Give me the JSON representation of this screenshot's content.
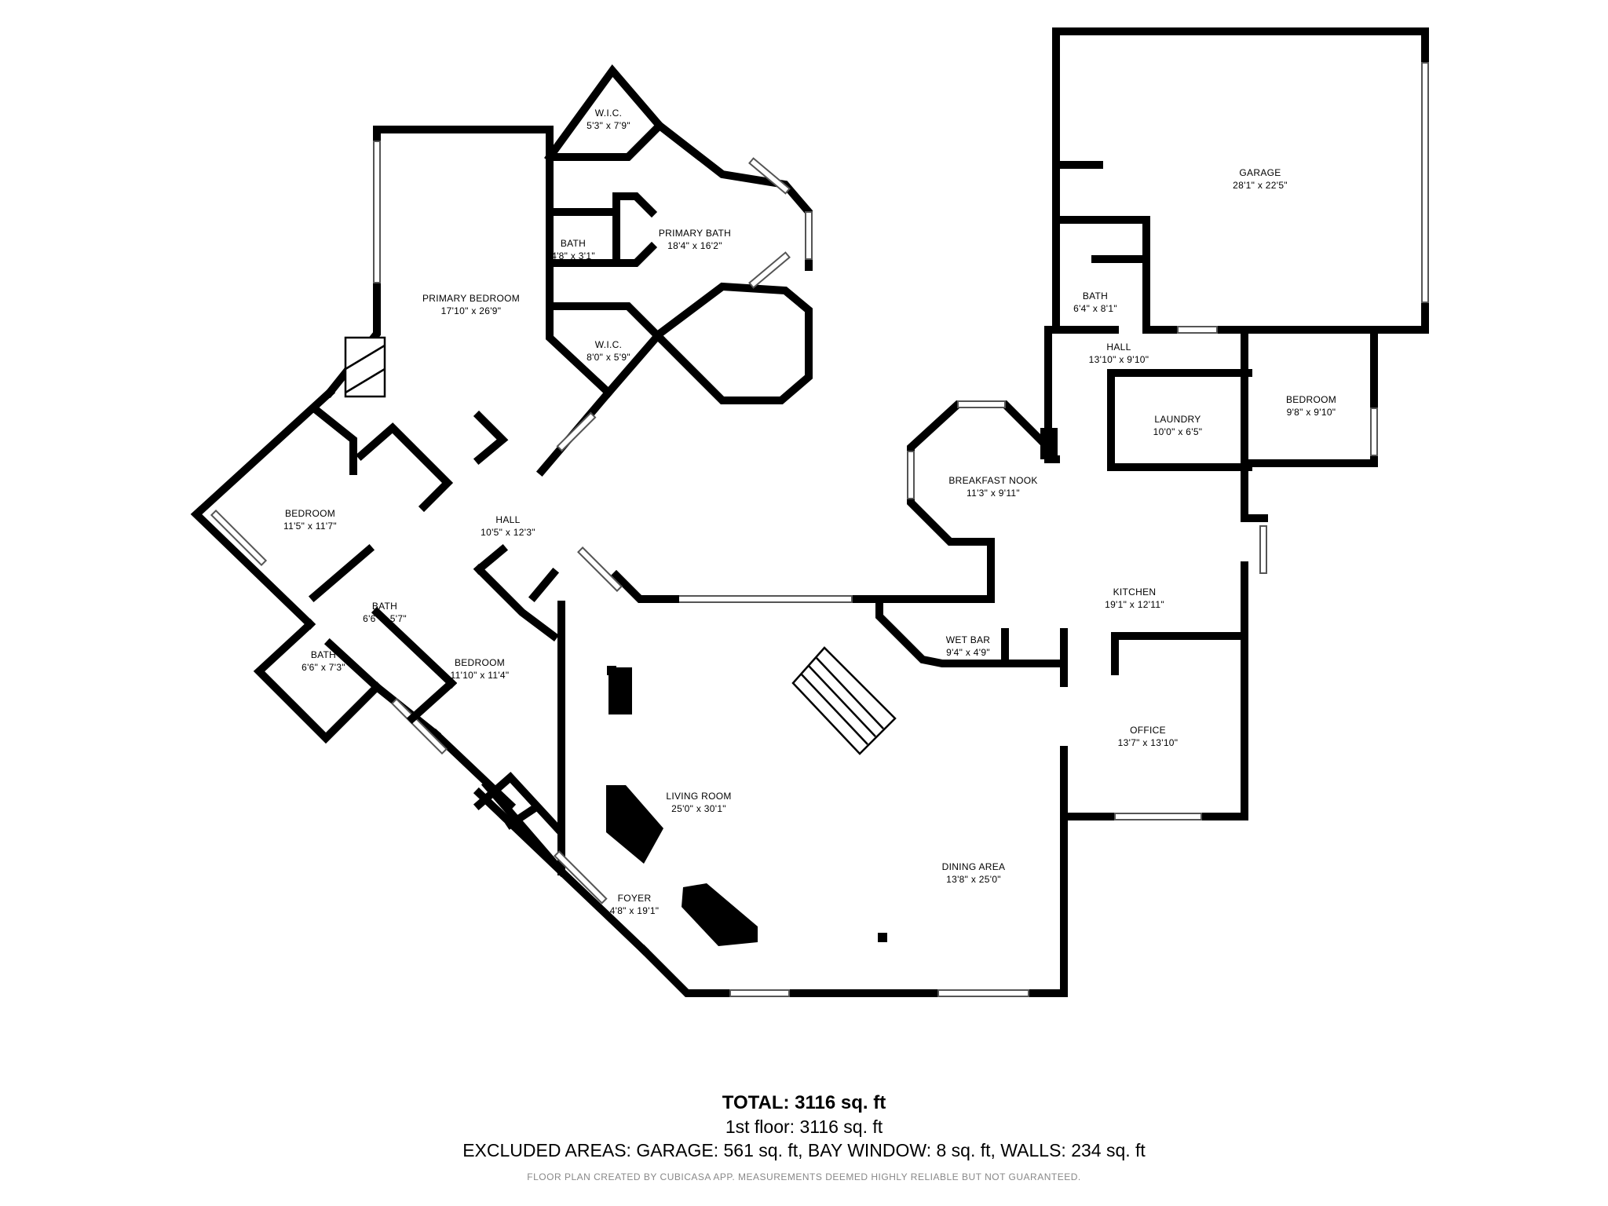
{
  "rooms": [
    {
      "id": "wic-top",
      "name": "W.I.C.",
      "dims": "5'3\" x 7'9\""
    },
    {
      "id": "primary-bath",
      "name": "PRIMARY BATH",
      "dims": "18'4\" x 16'2\""
    },
    {
      "id": "bath-small",
      "name": "BATH",
      "dims": "4'8\" x 3'1\""
    },
    {
      "id": "primary-bedroom",
      "name": "PRIMARY BEDROOM",
      "dims": "17'10\" x 26'9\""
    },
    {
      "id": "wic-bottom",
      "name": "W.I.C.",
      "dims": "8'0\" x 5'9\""
    },
    {
      "id": "garage",
      "name": "GARAGE",
      "dims": "28'1\" x 22'5\""
    },
    {
      "id": "bath-garage",
      "name": "BATH",
      "dims": "6'4\" x 8'1\""
    },
    {
      "id": "hall-east",
      "name": "HALL",
      "dims": "13'10\" x 9'10\""
    },
    {
      "id": "laundry",
      "name": "LAUNDRY",
      "dims": "10'0\" x 6'5\""
    },
    {
      "id": "bedroom-east",
      "name": "BEDROOM",
      "dims": "9'8\" x 9'10\""
    },
    {
      "id": "breakfast-nook",
      "name": "BREAKFAST NOOK",
      "dims": "11'3\" x 9'11\""
    },
    {
      "id": "kitchen",
      "name": "KITCHEN",
      "dims": "19'1\" x 12'11\""
    },
    {
      "id": "wet-bar",
      "name": "WET BAR",
      "dims": "9'4\" x 4'9\""
    },
    {
      "id": "office",
      "name": "OFFICE",
      "dims": "13'7\" x 13'10\""
    },
    {
      "id": "bedroom-west",
      "name": "BEDROOM",
      "dims": "11'5\" x 11'7\""
    },
    {
      "id": "hall-west",
      "name": "HALL",
      "dims": "10'5\" x 12'3\""
    },
    {
      "id": "bath-west-1",
      "name": "BATH",
      "dims": "6'6\" x 5'7\""
    },
    {
      "id": "bath-west-2",
      "name": "BATH",
      "dims": "6'6\" x 7'3\""
    },
    {
      "id": "bedroom-south",
      "name": "BEDROOM",
      "dims": "11'10\" x 11'4\""
    },
    {
      "id": "living-room",
      "name": "LIVING ROOM",
      "dims": "25'0\" x 30'1\""
    },
    {
      "id": "dining-area",
      "name": "DINING AREA",
      "dims": "13'8\" x 25'0\""
    },
    {
      "id": "foyer",
      "name": "FOYER",
      "dims": "4'8\" x 19'1\""
    }
  ],
  "summary": {
    "total": "TOTAL: 3116 sq. ft",
    "floor": "1st floor: 3116 sq. ft",
    "excluded": "EXCLUDED AREAS: GARAGE: 561 sq. ft, BAY WINDOW: 8 sq. ft, WALLS: 234 sq. ft",
    "disclaimer": "FLOOR PLAN CREATED BY CUBICASA APP. MEASUREMENTS DEEMED HIGHLY RELIABLE BUT NOT GUARANTEED."
  }
}
